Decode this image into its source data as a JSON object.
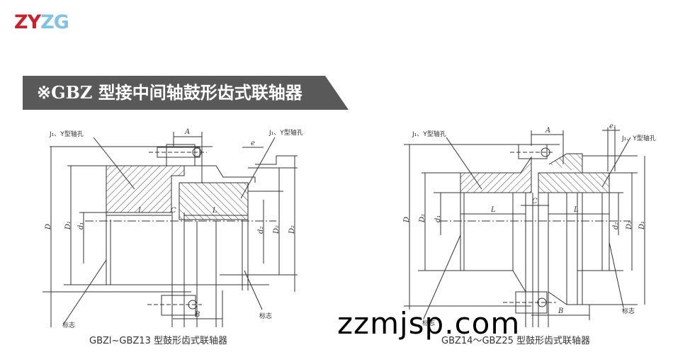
{
  "logo": {
    "part1": "ZY",
    "part2": "ZG",
    "colors": {
      "part1": "#cc1f2a",
      "part2": "#7fc4e6"
    }
  },
  "banner": {
    "title": "※GBZ 型接中间轴鼓形齿式联轴器",
    "background": "#595959"
  },
  "drawings": [
    {
      "id": "gbz1-13",
      "labels": {
        "bore_type_left": "J₁、Y型轴孔",
        "bore_type_right": "J₁、Y型轴孔",
        "A": "A",
        "e": "e",
        "C": "C",
        "L_left": "L",
        "L_right": "L",
        "B": "B",
        "D": "D",
        "D1": "D₁",
        "d1": "d₁",
        "d2": "d₂",
        "D2_inner": "D₂",
        "D2_outer": "D₂",
        "mark_left": "标志",
        "mark_right": "标志"
      },
      "caption": "GBZl~GBZ13 型鼓形齿式联轴器"
    },
    {
      "id": "gbz14-25",
      "labels": {
        "bore_type_left": "J₁、Y型轴孔",
        "bore_type_right": "J₁、Y型轴孔",
        "A": "A",
        "e": "e₁",
        "C": "C",
        "L_left": "L",
        "L_right": "L",
        "B": "B",
        "D": "D",
        "D2": "D₂",
        "d1": "d₁",
        "d2": "d₂",
        "D2_right": "D₂",
        "D1": "D₁",
        "mark_left": "标志",
        "mark_right": "标志"
      },
      "caption": "GBZ14～GBZ25 型鼓形齿式联轴器"
    }
  ],
  "watermark": "zzmjsp.com"
}
